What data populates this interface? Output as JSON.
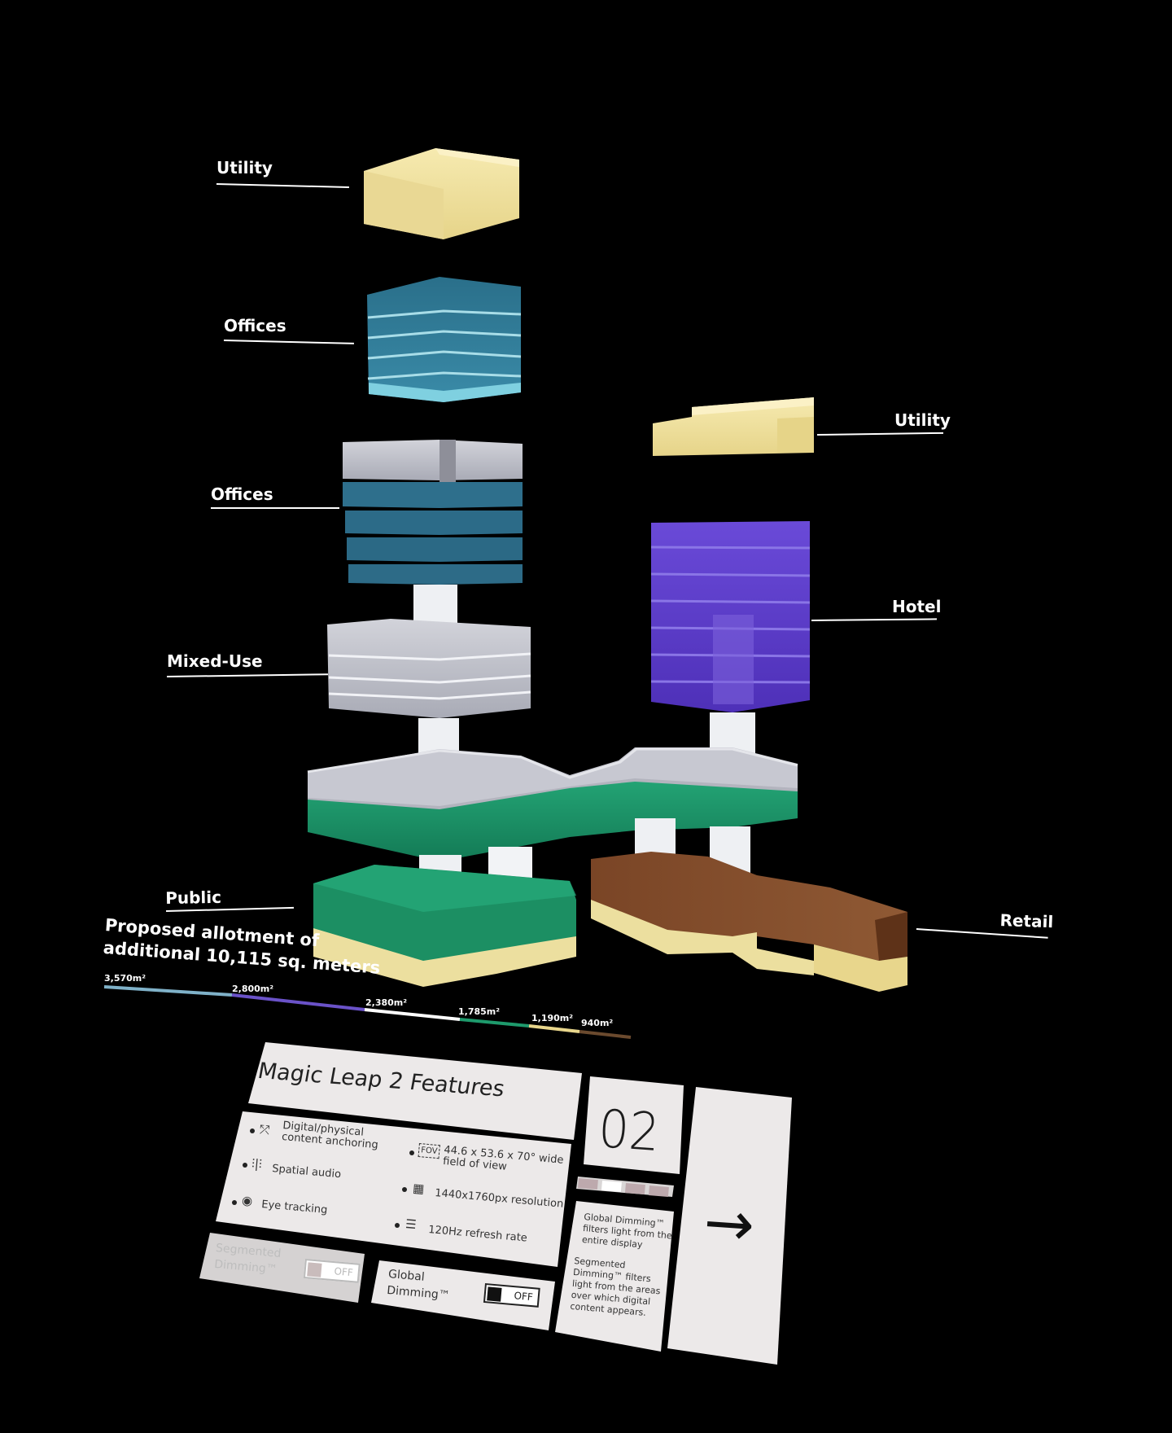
{
  "labels": {
    "utility_top": "Utility",
    "offices_upper": "Offices",
    "offices_lower": "Offices",
    "utility_right": "Utility",
    "hotel": "Hotel",
    "mixed_use": "Mixed-Use",
    "public": "Public",
    "retail": "Retail"
  },
  "allotment": {
    "line1": "Proposed allotment of",
    "line2": "additional 10,115 sq. meters"
  },
  "allotment_scale": [
    {
      "label": "3,570m²",
      "color": "#7fb1c8"
    },
    {
      "label": "2,800m²",
      "color": "#6a52c8"
    },
    {
      "label": "2,380m²",
      "color": "#ffffff"
    },
    {
      "label": "1,785m²",
      "color": "#1e9a6c"
    },
    {
      "label": "1,190m²",
      "color": "#e8d68c"
    },
    {
      "label": "940m²",
      "color": "#6b4a2e"
    }
  ],
  "panel": {
    "title": "Magic Leap 2 Features",
    "features_left": [
      {
        "icon": "anchor-icon",
        "text": "Digital/physical\ncontent anchoring"
      },
      {
        "icon": "audio-wave-icon",
        "text": "Spatial audio"
      },
      {
        "icon": "eye-icon",
        "text": "Eye tracking"
      }
    ],
    "features_right": [
      {
        "icon": "fov-icon",
        "icon_text": "FOV",
        "text": "44.6 x 53.6 x 70° wide\nfield of view"
      },
      {
        "icon": "checker-icon",
        "text": "1440x1760px resolution"
      },
      {
        "icon": "refresh-icon",
        "text": "120Hz refresh rate"
      }
    ],
    "page_number": "02",
    "info_text_1": "Global Dimming™ filters light from the entire display",
    "info_text_2": "Segmented Dimming™ filters light from the areas over which digital content appears.",
    "toggle_segmented": {
      "label_1": "Segmented",
      "label_2": "Dimming™",
      "state": "OFF"
    },
    "toggle_global": {
      "label_1": "Global",
      "label_2": "Dimming™",
      "state": "OFF"
    }
  },
  "colors": {
    "utility": "#ecdf9f",
    "offices": "#2f7f9c",
    "mixed_use": "#c9cad3",
    "hotel": "#5b3bc9",
    "public": "#1f9a6c",
    "retail": "#8a4f2a",
    "panel": "#ece9e9"
  }
}
